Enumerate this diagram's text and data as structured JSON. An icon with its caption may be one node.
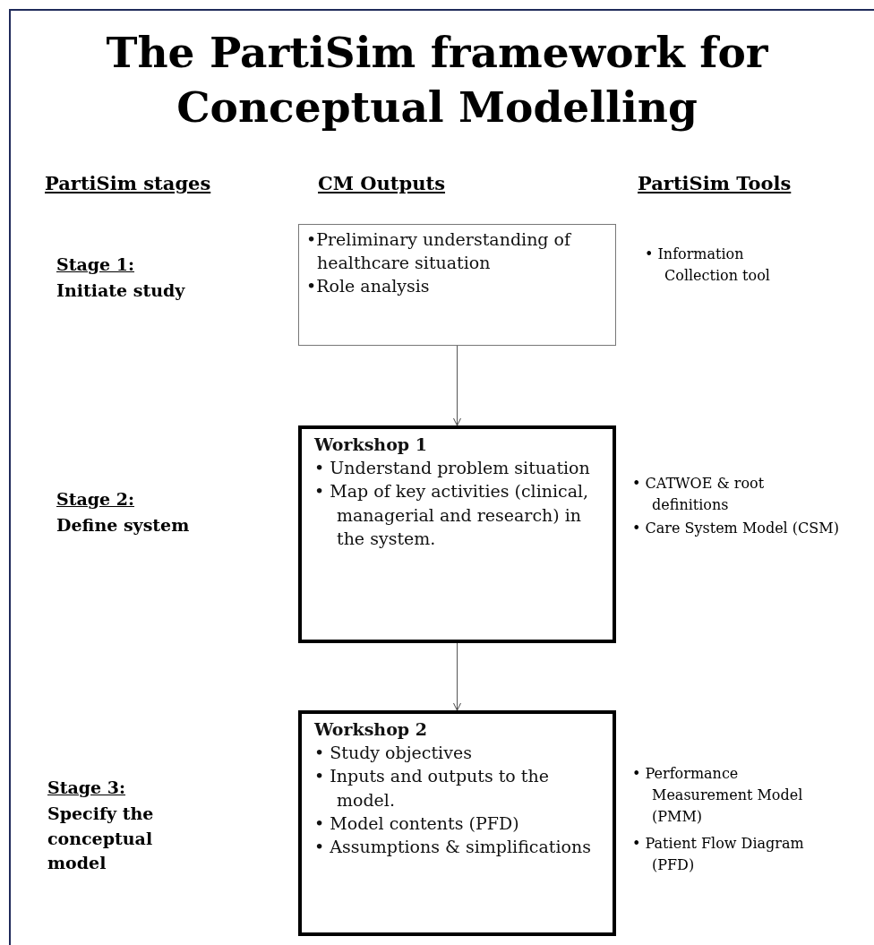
{
  "diagram": {
    "title": "The PartiSim framework for Conceptual Modelling",
    "nodes": [
      {
        "text": [
          "•Preliminary understanding of healthcare situation",
          "•Role analysis"
        ]
      },
      {
        "text": [
          "Workshop 1",
          "• Understand problem situation",
          "• Map of key activities (clinical, managerial and research) in the system."
        ]
      },
      {
        "text": [
          "Workshop 2",
          "• Study objectives",
          "• Inputs and outputs to the model.",
          "• Model contents (PFD)",
          "• Assumptions & simplifications"
        ]
      }
    ],
    "edges": [
      {
        "from": 0,
        "to": 1,
        "arrow": "to"
      },
      {
        "from": 1,
        "to": 2,
        "arrow": "to"
      }
    ],
    "labels": [
      "PartiSim stages",
      "CM Outputs",
      "PartiSim Tools",
      "Stage 1:",
      "Initiate study",
      "• Information Collection tool",
      "Stage 2:",
      "Define system",
      "• CATWOE & root definitions",
      "• Care System Model (CSM)",
      "Stage 3:",
      "Specify the conceptual model",
      "• Performance Measurement Model (PMM)",
      "• Patient Flow Diagram (PFD)"
    ]
  }
}
